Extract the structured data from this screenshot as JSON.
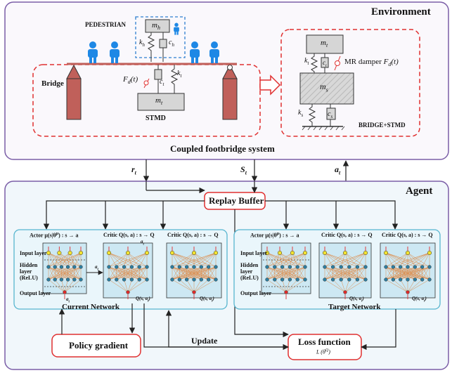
{
  "environment": {
    "title": "Environment",
    "system_caption": "Coupled footbridge system",
    "pedestrian_label": "PEDESTRIAN",
    "mh": "m",
    "mh_sub": "h",
    "kh": "k",
    "kh_sub": "h",
    "ch": "c",
    "ch_sub": "h",
    "bridge_label": "Bridge",
    "force_label": "F",
    "force_sub": "d",
    "force_arg": "(t)",
    "ct": "c",
    "ct_sub": "t",
    "kt": "k",
    "kt_sub": "t",
    "mt": "m",
    "mt_sub": "t",
    "stmd_label": "STMD",
    "detail": {
      "mt": "m",
      "mt_sub": "t",
      "kt": "k",
      "kt_sub": "t",
      "ct": "c",
      "ct_sub": "t",
      "damper_label": "MR damper",
      "damper_force": "F",
      "damper_sub": "d",
      "damper_arg": "(t)",
      "ms": "m",
      "ms_sub": "s",
      "ks": "k",
      "ks_sub": "s",
      "cs": "c",
      "cs_sub": "s",
      "caption": "BRIDGE+STMD"
    }
  },
  "signals": {
    "reward": "r",
    "reward_sub": "t",
    "state": "S",
    "state_sub": "t",
    "action": "a",
    "action_sub": "t"
  },
  "agent": {
    "title": "Agent",
    "replay_buffer": "Replay Buffer",
    "current_network": {
      "caption": "Current Network",
      "actor_title": "Actor μ(s|θ",
      "actor_sup": "μ",
      "actor_tail": ") : s → a",
      "critic1_title": "Critic Q(s, a) : s → Q",
      "critic2_title": "Critic Q(s, a) : s → Q",
      "input_layer": "Input layer",
      "hidden_layer": "Hidden layer (ReLU)",
      "hidden_line1": "Hidden",
      "hidden_line2": "layer",
      "hidden_line3": "(ReLU)",
      "output_layer": "Output layer",
      "actor_out": "a",
      "actor_out_sub": "t",
      "critic_in": "a",
      "critic_in_sub": "t",
      "between_label": "a",
      "between_sub": "t",
      "critic1_out": "Q(s, a",
      "critic1_out_sub": "i",
      "critic1_out_tail": ")",
      "critic2_out": "Q(s, a",
      "critic2_out_sub": "i",
      "critic2_out_tail": ")"
    },
    "target_network": {
      "caption": "Target Network",
      "actor_title": "Actor μ(s|θ",
      "actor_sup": "μ",
      "actor_tail": ") : s → a",
      "critic1_title": "Critic Q(s, a) : s → Q",
      "critic2_title": "Critic Q(s, a) : s → Q",
      "input_layer": "Input layer",
      "hidden_line1": "Hidden",
      "hidden_line2": "layer",
      "hidden_line3": "(ReLU)",
      "output_layer": "Output layer",
      "critic1_out": "Q(s, a",
      "critic1_out_sub": "i",
      "critic1_out_tail": ")",
      "critic2_out": "Q(s, a",
      "critic2_out_sub": "i",
      "critic2_out_tail": ")"
    },
    "policy_gradient": "Policy gradient",
    "update": "Update",
    "loss_function": "Loss function",
    "loss_expr": "L (θ",
    "loss_sup": "Q",
    "loss_tail": ")"
  },
  "colors": {
    "panel_border": "#7b5ea7",
    "dashed_red": "#e03030",
    "pedestrian_blue": "#1e88e5",
    "tower_red": "#c0605a",
    "net_border": "#56b5cf",
    "net_fill": "#cde8f3",
    "neuron": "#2d7ea0",
    "neuron_yellow": "#f2e230",
    "edge_orange": "#e07a2a",
    "neuron_red": "#e02a2a"
  }
}
